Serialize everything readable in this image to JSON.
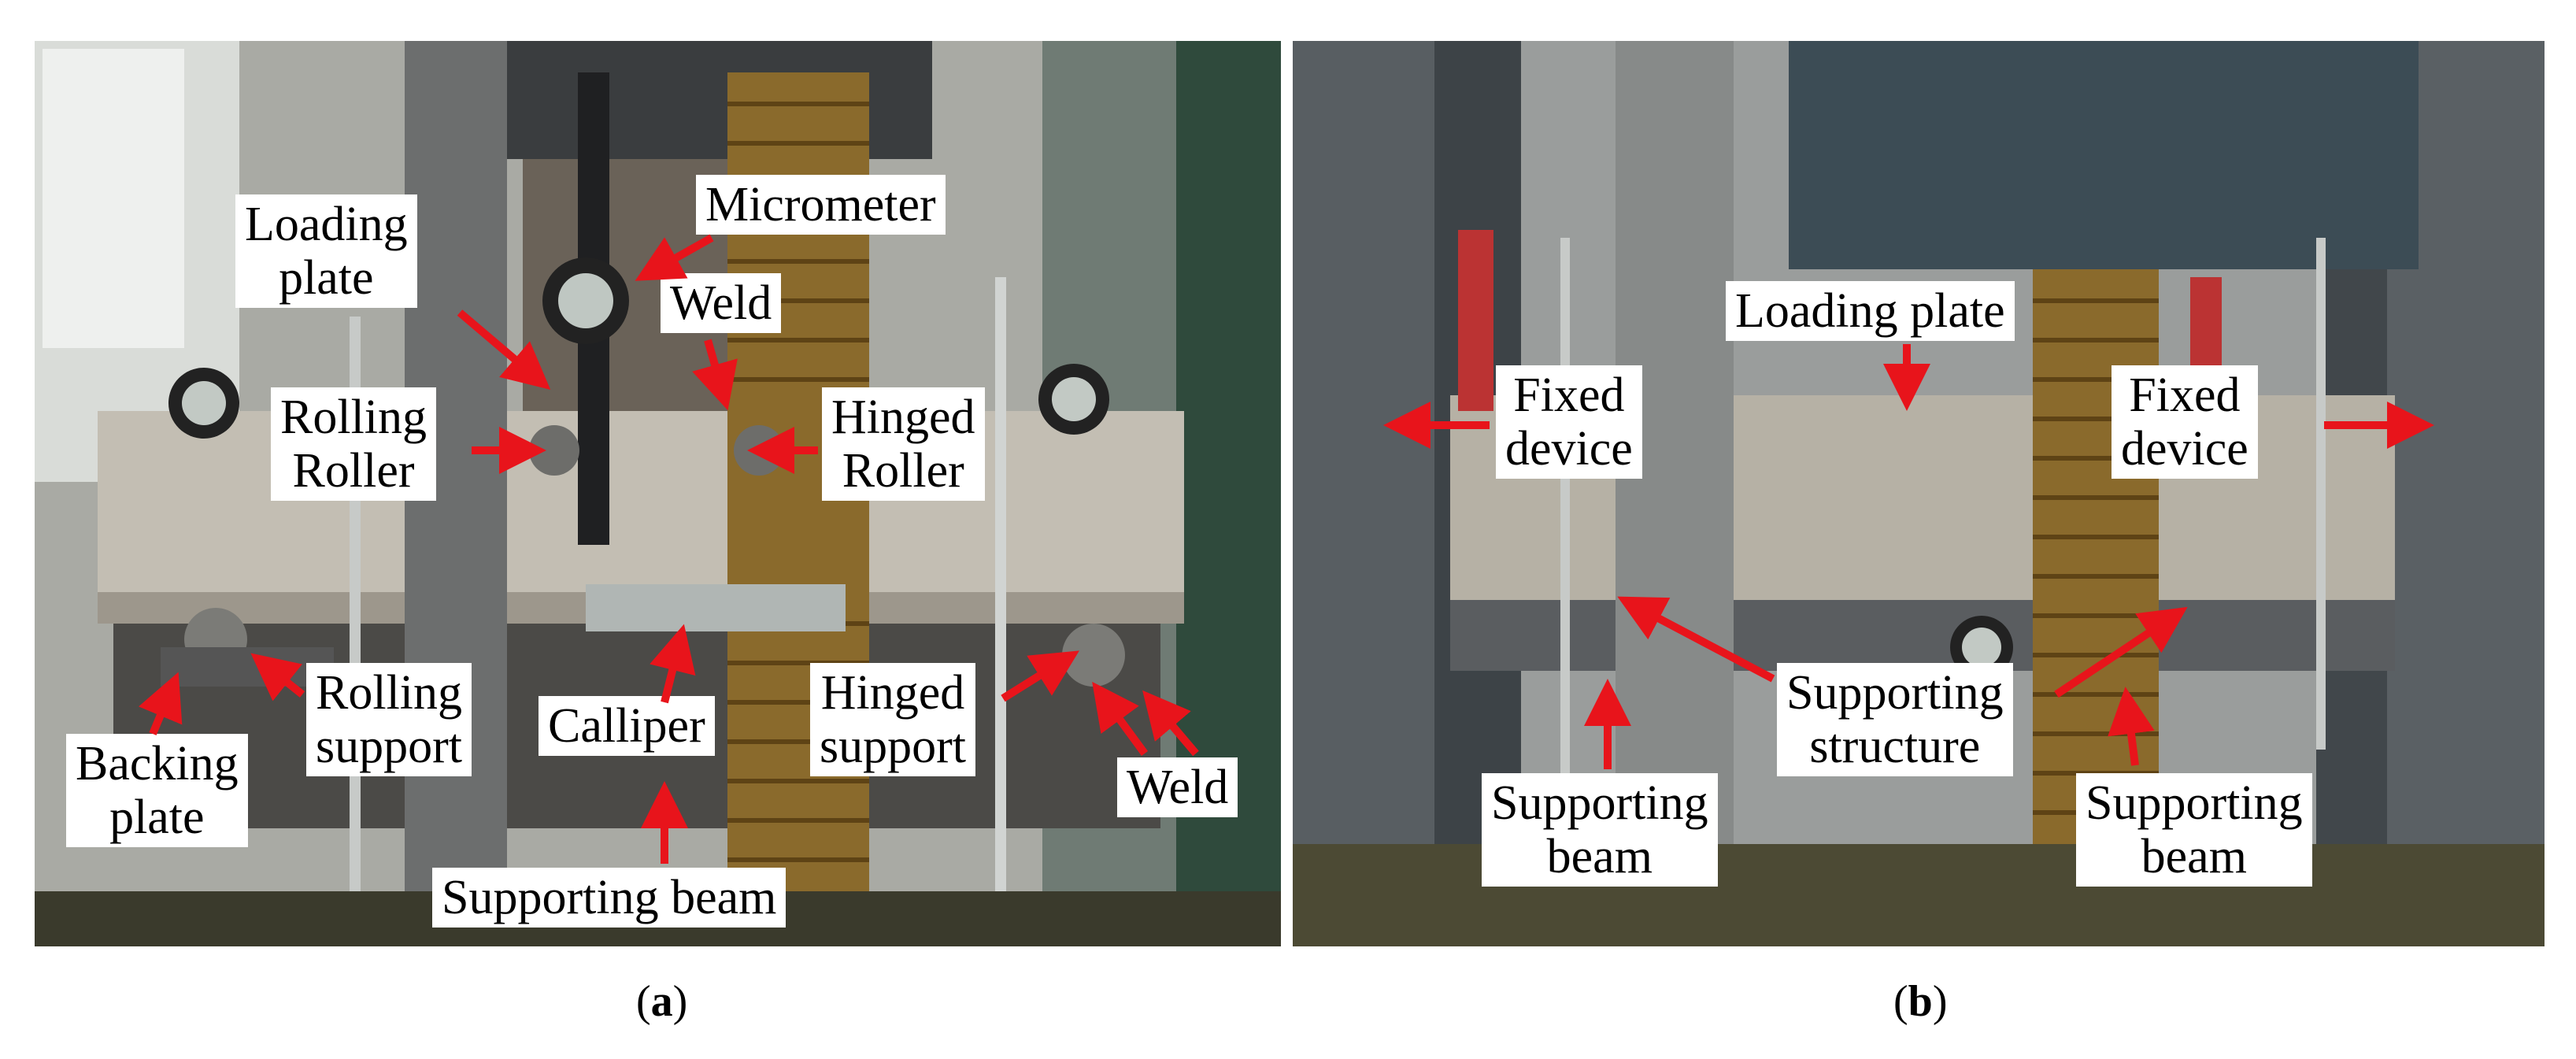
{
  "panels": {
    "a": {
      "caption_open": "(",
      "caption_letter": "a",
      "caption_close": ")",
      "labels": {
        "micrometer": "Micrometer",
        "loading_plate_1": "Loading",
        "loading_plate_2": "plate",
        "weld_top": "Weld",
        "rolling_roller_1": "Rolling",
        "rolling_roller_2": "Roller",
        "hinged_roller_1": "Hinged",
        "hinged_roller_2": "Roller",
        "rolling_support_1": "Rolling",
        "rolling_support_2": "support",
        "calliper": "Calliper",
        "hinged_support_1": "Hinged",
        "hinged_support_2": "support",
        "backing_plate_1": "Backing",
        "backing_plate_2": "plate",
        "weld_bottom": "Weld",
        "supporting_beam": "Supporting beam"
      }
    },
    "b": {
      "caption_open": "(",
      "caption_letter": "b",
      "caption_close": ")",
      "labels": {
        "loading_plate": "Loading plate",
        "fixed_left_1": "Fixed",
        "fixed_left_2": "device",
        "fixed_right_1": "Fixed",
        "fixed_right_2": "device",
        "supporting_structure_1": "Supporting",
        "supporting_structure_2": "structure",
        "supporting_beam_left_1": "Supporting",
        "supporting_beam_left_2": "beam",
        "supporting_beam_right_1": "Supporting",
        "supporting_beam_right_2": "beam"
      }
    }
  },
  "colors": {
    "arrow": "#e8141b",
    "label_bg": "#ffffff"
  }
}
